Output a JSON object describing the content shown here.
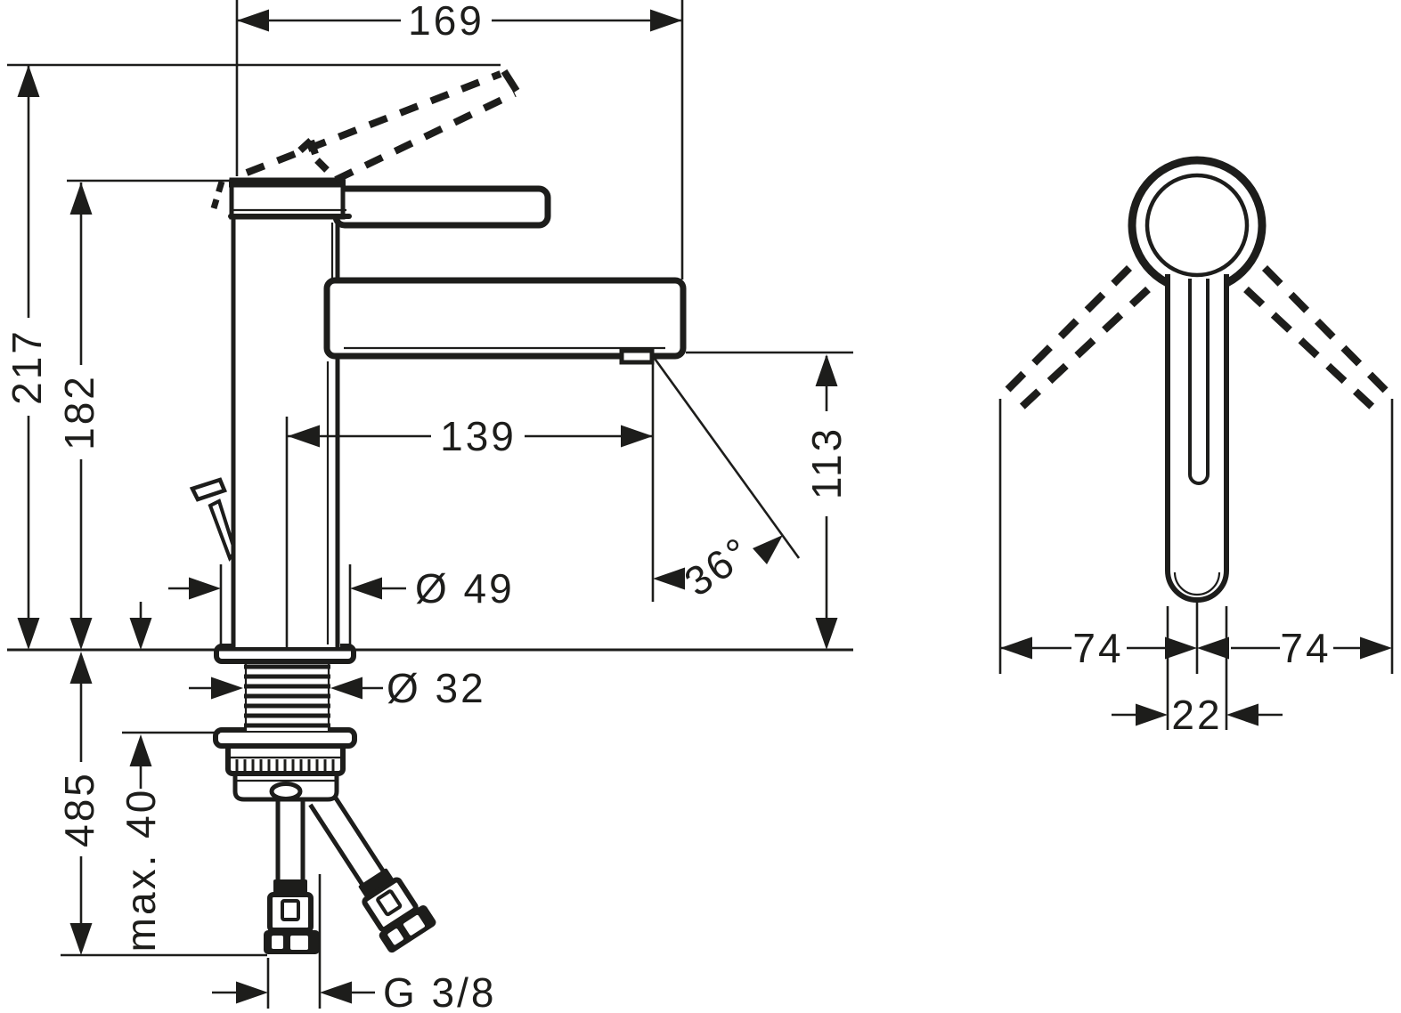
{
  "drawing": {
    "title": "single-lever basin mixer technical dimension drawing",
    "line_color": "#1d1d1b",
    "background_color": "#ffffff"
  },
  "side_view": {
    "dims": {
      "reach_total": "169",
      "height_total": "217",
      "height_to_handle": "182",
      "spout_reach": "139",
      "base_diameter": "Ø 49",
      "outlet_height": "113",
      "jet_angle": "36°",
      "shank_diameter": "Ø 32",
      "hose_length": "485",
      "max_deck_thickness": "max. 40",
      "connection_thread": "G 3/8"
    }
  },
  "front_view": {
    "dims": {
      "swing_left": "74",
      "swing_right": "74",
      "lever_width": "22"
    }
  }
}
